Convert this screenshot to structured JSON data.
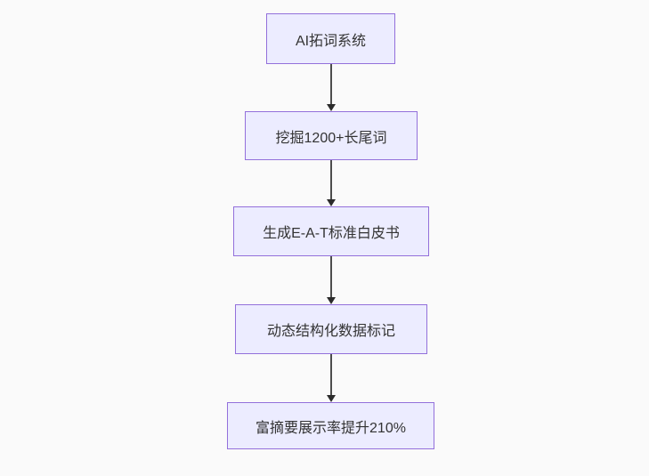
{
  "diagram": {
    "type": "flowchart",
    "direction": "top-down",
    "nodes": [
      {
        "id": "A",
        "label": "AI拓词系统"
      },
      {
        "id": "B",
        "label": "挖掘1200+长尾词"
      },
      {
        "id": "C",
        "label": "生成E-A-T标准白皮书"
      },
      {
        "id": "D",
        "label": "动态结构化数据标记"
      },
      {
        "id": "E",
        "label": "富摘要展示率提升210%"
      }
    ],
    "edges": [
      {
        "from": "A",
        "to": "B"
      },
      {
        "from": "B",
        "to": "C"
      },
      {
        "from": "C",
        "to": "D"
      },
      {
        "from": "D",
        "to": "E"
      }
    ],
    "colors": {
      "node_fill": "#ECECFF",
      "node_border": "#9370DB",
      "edge_line": "#4D4D4D",
      "arrowhead": "#2B2B2B",
      "text": "#333333",
      "background": "#FAFAFA"
    }
  }
}
